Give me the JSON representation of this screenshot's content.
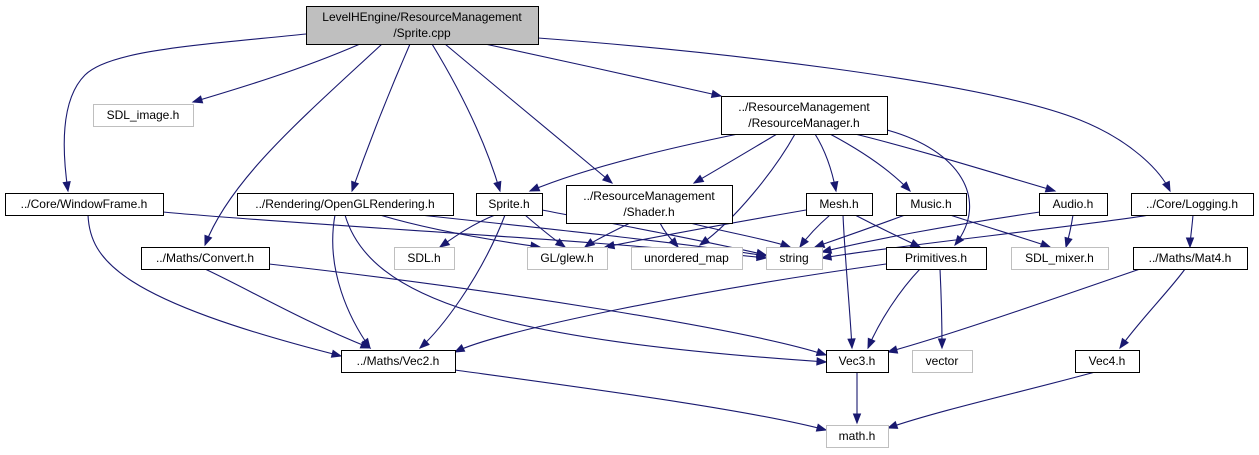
{
  "diagram": {
    "colors": {
      "edge": "#191970",
      "system_header_border": "#bfbfbf",
      "root_fill": "#bfbfbf"
    },
    "nodes": [
      {
        "id": "root",
        "lines": [
          "LevelHEngine/ResourceManagement",
          "/Sprite.cpp"
        ]
      },
      {
        "id": "sdl_image",
        "lines": [
          "SDL_image.h"
        ]
      },
      {
        "id": "resmgr",
        "lines": [
          "../ResourceManagement",
          "/ResourceManager.h"
        ]
      },
      {
        "id": "windowframe",
        "lines": [
          "../Core/WindowFrame.h"
        ]
      },
      {
        "id": "oglrender",
        "lines": [
          "../Rendering/OpenGLRendering.h"
        ]
      },
      {
        "id": "sprite_h",
        "lines": [
          "Sprite.h"
        ]
      },
      {
        "id": "shader",
        "lines": [
          "../ResourceManagement",
          "/Shader.h"
        ]
      },
      {
        "id": "mesh",
        "lines": [
          "Mesh.h"
        ]
      },
      {
        "id": "music",
        "lines": [
          "Music.h"
        ]
      },
      {
        "id": "audio",
        "lines": [
          "Audio.h"
        ]
      },
      {
        "id": "logging",
        "lines": [
          "../Core/Logging.h"
        ]
      },
      {
        "id": "convert",
        "lines": [
          "../Maths/Convert.h"
        ]
      },
      {
        "id": "sdl_h",
        "lines": [
          "SDL.h"
        ]
      },
      {
        "id": "glew",
        "lines": [
          "GL/glew.h"
        ]
      },
      {
        "id": "umap",
        "lines": [
          "unordered_map"
        ]
      },
      {
        "id": "string",
        "lines": [
          "string"
        ]
      },
      {
        "id": "primitives",
        "lines": [
          "Primitives.h"
        ]
      },
      {
        "id": "sdl_mixer",
        "lines": [
          "SDL_mixer.h"
        ]
      },
      {
        "id": "mat4",
        "lines": [
          "../Maths/Mat4.h"
        ]
      },
      {
        "id": "vec2",
        "lines": [
          "../Maths/Vec2.h"
        ]
      },
      {
        "id": "vec3",
        "lines": [
          "Vec3.h"
        ]
      },
      {
        "id": "vector",
        "lines": [
          "vector"
        ]
      },
      {
        "id": "vec4",
        "lines": [
          "Vec4.h"
        ]
      },
      {
        "id": "math",
        "lines": [
          "math.h"
        ]
      }
    ]
  }
}
